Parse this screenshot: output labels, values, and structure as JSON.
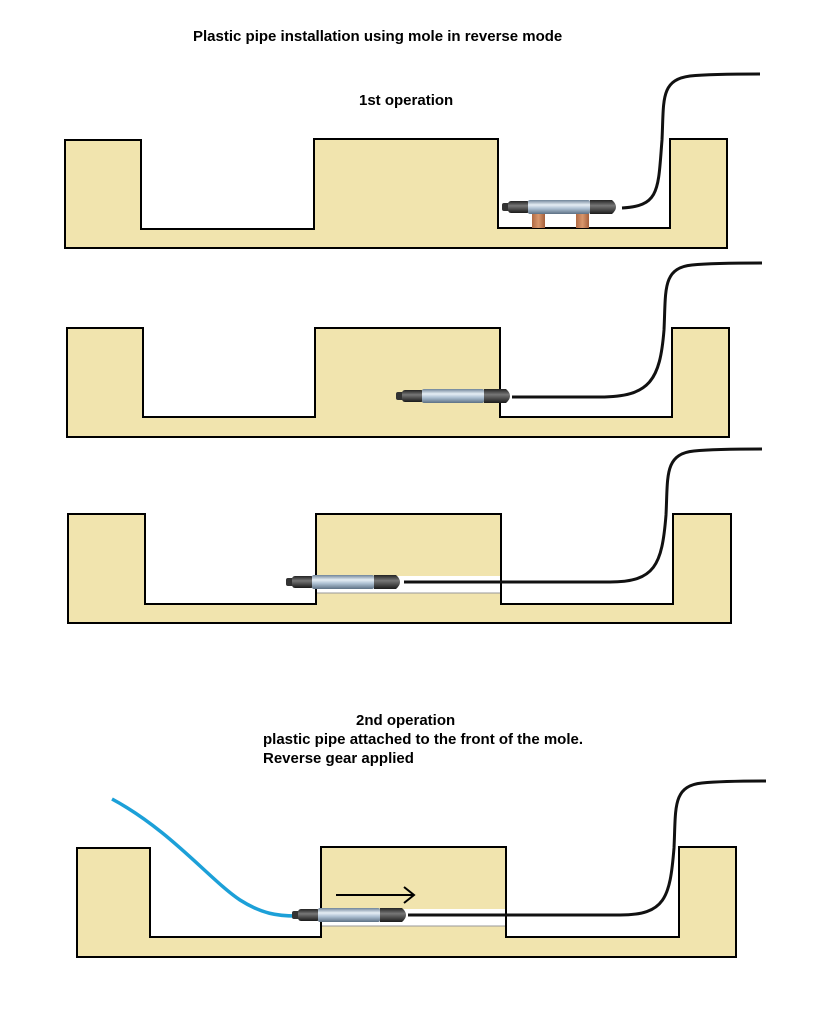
{
  "title": "Plastic pipe installation using mole in reverse mode",
  "operation1": {
    "heading": "1st operation"
  },
  "operation2": {
    "heading": "2nd operation",
    "line1": "plastic pipe attached to the front of the mole.",
    "line2": "Reverse gear applied"
  },
  "colors": {
    "ground": "#F1E4AE",
    "outline": "#000000",
    "mole_body": "#A9BDD0",
    "mole_end": "#3A3A3A",
    "support": "#C8825A",
    "pipe": "#1CA0D8"
  }
}
